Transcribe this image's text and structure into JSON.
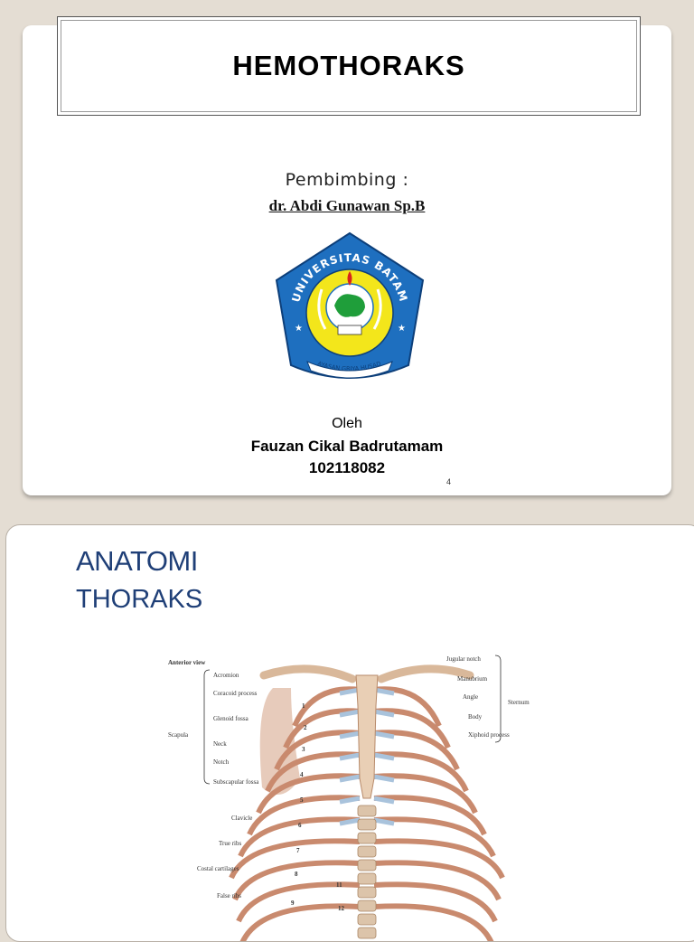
{
  "slide1": {
    "title": "HEMOTHORAKS",
    "pembimbing_label": "Pembimbing :",
    "pembimbing_name": "dr. Abdi Gunawan Sp.B",
    "logo": {
      "arc_text": "UNIVERSITAS BATAM",
      "ribbon_text": "YAYASAN GRIYA HUSADA",
      "colors": {
        "outer": "#1e6fbf",
        "inner": "#f3e61b",
        "map": "#1f9e3a",
        "flame": "#d8241c"
      }
    },
    "oleh": "Oleh",
    "author": "Fauzan Cikal Badrutamam",
    "nim": "102118082",
    "page_number": "4"
  },
  "slide2": {
    "heading": "ANATOMI",
    "subheading": "THORAKS",
    "figure": {
      "caption": "Anterior view",
      "left_labels": [
        "Acromion",
        "Coracoid process",
        "Glenoid fossa",
        "Neck",
        "Notch",
        "Subscapular fossa",
        "Scapula",
        "Clavicle",
        "True ribs",
        "Costal cartilages",
        "False ribs"
      ],
      "right_labels": [
        "Jugular notch",
        "Manubrium",
        "Angle",
        "Body",
        "Xiphoid process",
        "Sternum"
      ],
      "rib_numbers": [
        "1",
        "2",
        "3",
        "4",
        "5",
        "6",
        "7",
        "8",
        "9",
        "11",
        "12"
      ]
    }
  }
}
